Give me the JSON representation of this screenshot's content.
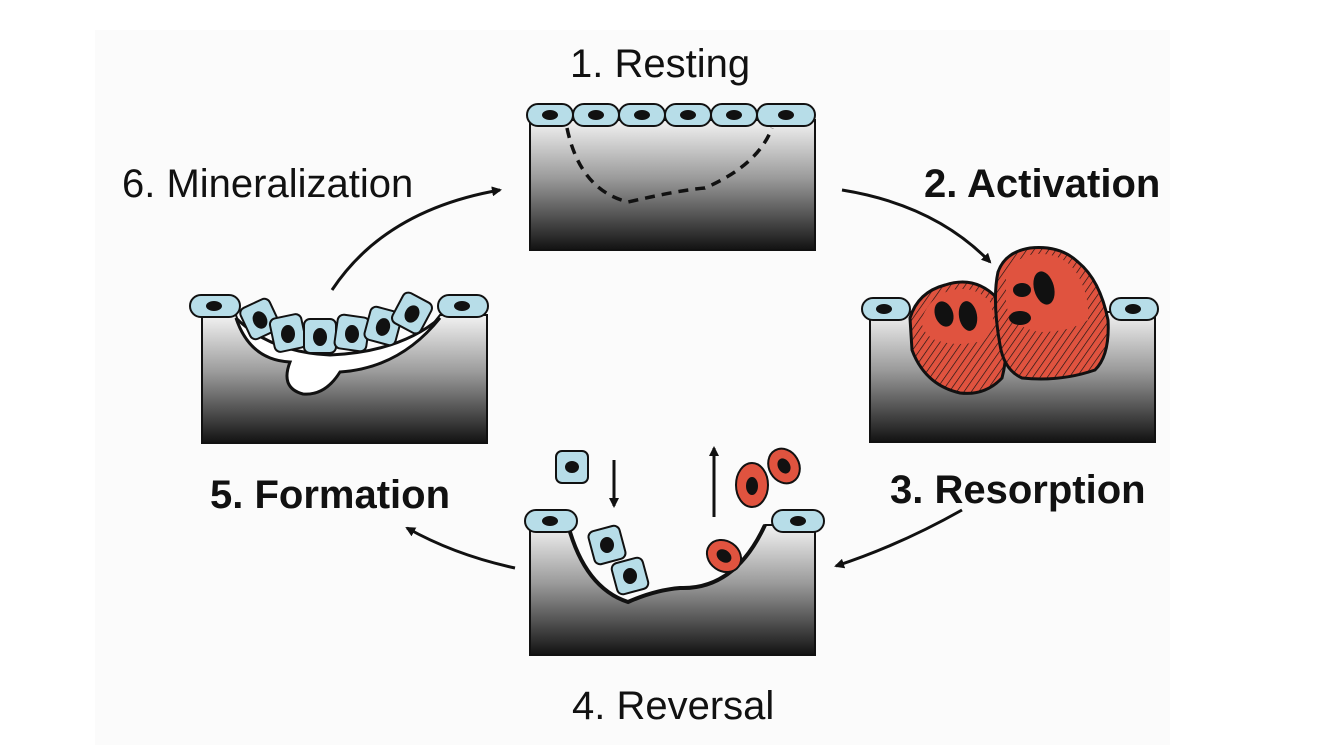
{
  "stages": {
    "resting": "1. Resting",
    "activation": "2. Activation",
    "resorption": "3. Resorption",
    "reversal": "4. Reversal",
    "formation": "5. Formation",
    "mineralization": "6. Mineralization"
  },
  "colors": {
    "lining_cell": "#b7dde8",
    "osteoclast": "#e0533f",
    "outline": "#111111",
    "bone_top": "#f2f2f2",
    "bone_bottom": "#141414"
  },
  "icons": [
    "cycle-arrow-icon",
    "lining-cell-icon",
    "osteoclast-icon",
    "osteoblast-icon"
  ]
}
